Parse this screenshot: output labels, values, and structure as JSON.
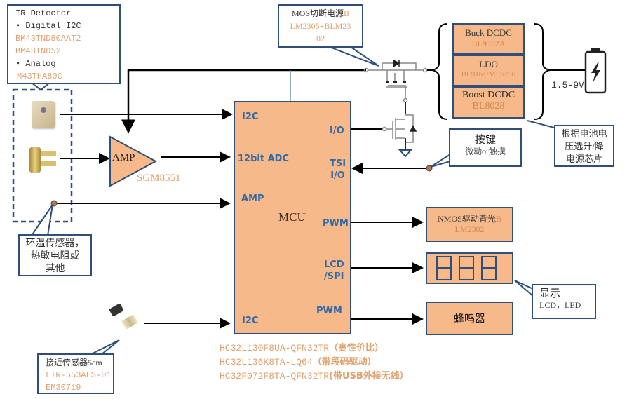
{
  "ir_detector_callout": {
    "title": "IR Detector",
    "digital_label": "• Digital I2C",
    "digital_parts": [
      "BM43TND80AAT2",
      "BM43TND52"
    ],
    "analog_label": "• Analog",
    "analog_parts": [
      "M43THA80C"
    ]
  },
  "mos_callout": {
    "line1_black": "MOS切断电源",
    "line1_orange": "B",
    "line2": "LM2305+BLM23",
    "line3": "02"
  },
  "power_stack": {
    "buck": {
      "label": "Buck DCDC",
      "part": "BL9352A"
    },
    "ldo": {
      "label": "LDO",
      "part": "BL9161/ME6230"
    },
    "boost": {
      "label": "Boost DCDC",
      "part": "BL8028"
    }
  },
  "battery": {
    "voltage_label": "1.5-9V",
    "icon": "battery-charging-icon"
  },
  "power_note_callout": {
    "lines": [
      "根据电池电",
      "压选升/降",
      "电源芯片"
    ]
  },
  "amp": {
    "label": "AMP",
    "part": "SGM8551"
  },
  "ambient_callout": {
    "lines": [
      "环温传感器，",
      "热敏电阻或",
      "其他"
    ]
  },
  "mcu": {
    "label": "MCU",
    "left_pins": [
      "I2C",
      "12bit ADC",
      "AMP",
      "I2C"
    ],
    "right_pins": {
      "io": "I/O",
      "tsi_line1": "TSI",
      "tsi_line2": "I/O",
      "pwm1": "PWM",
      "lcd_line1": "LCD",
      "lcd_line2": "/SPI",
      "pwm2": "PWM"
    },
    "parts": [
      {
        "part": "HC32L130F8UA-QFN32TR",
        "note": "（高性价比）"
      },
      {
        "part": "HC32L136K8TA-LQ64",
        "note": "（带段码驱动）"
      },
      {
        "part": "HC32F072F8TA-QFN32TR",
        "note": "(带USB外接无线）"
      }
    ]
  },
  "button_callout": {
    "title": "按键",
    "subtitle": "微动or触摸"
  },
  "backlight": {
    "line1_black": "NMOS驱动背光",
    "line1_orange": "B",
    "line2": "LM2302"
  },
  "display": {
    "digits": 3
  },
  "display_callout": {
    "title": "显示",
    "subtitle": "LCD，LED"
  },
  "buzzer": {
    "label": "蜂鸣器"
  },
  "proximity_callout": {
    "title": "接近传感器5cm",
    "parts": [
      "LTR-553ALS-01",
      "EM30719"
    ]
  },
  "colors": {
    "block_fill": "#f7b98a",
    "block_border": "#2f4f7a",
    "pin_text": "#2e6aa8",
    "part_text": "#e0a16e"
  }
}
